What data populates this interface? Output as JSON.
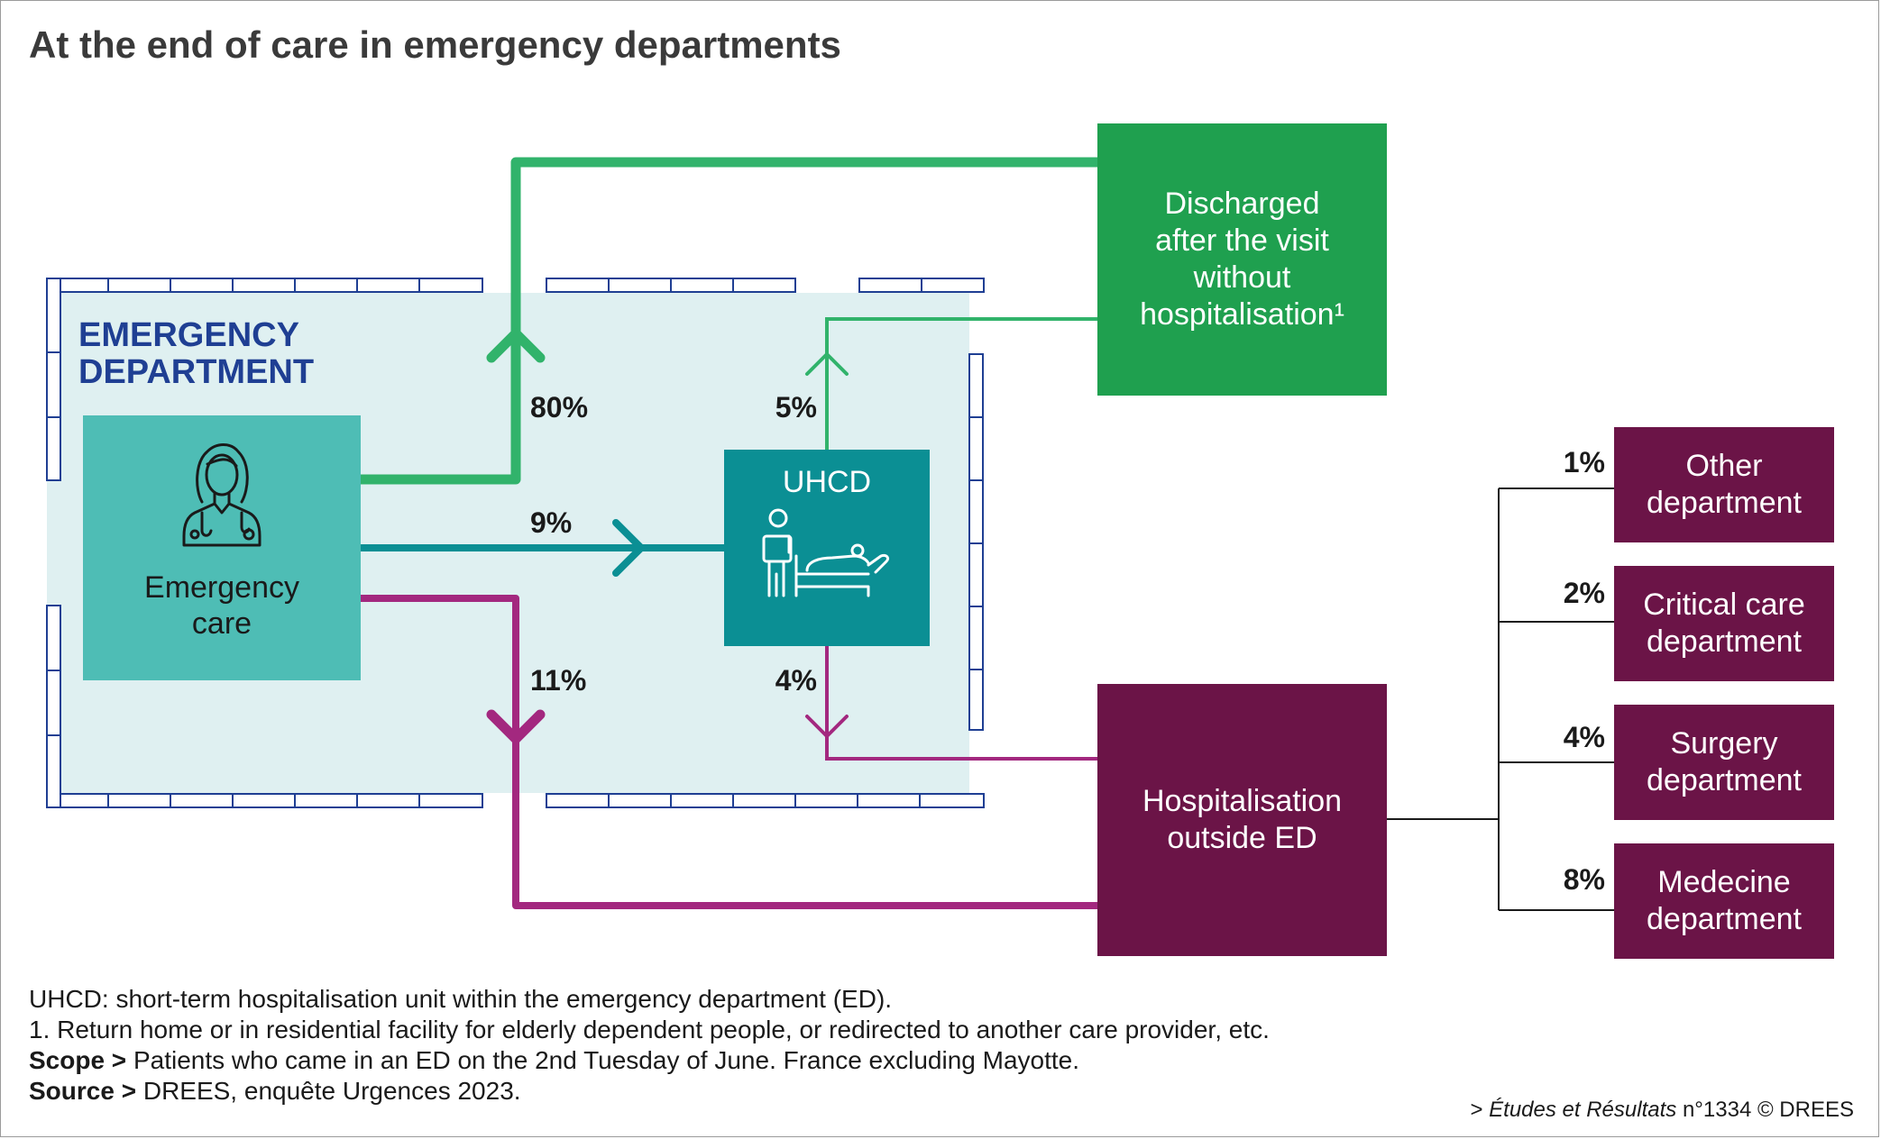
{
  "title": "At the end of care in emergency departments",
  "ed_label": [
    "EMERGENCY",
    "DEPARTMENT"
  ],
  "emergency_care": {
    "label": [
      "Emergency",
      "care"
    ],
    "icon": "doctor-icon"
  },
  "uhcd": {
    "label": "UHCD",
    "icon": "patient-bed-icon"
  },
  "discharged": {
    "label": [
      "Discharged",
      "after the visit",
      "without",
      "hospitalisation¹"
    ]
  },
  "hospitalisation": {
    "label": [
      "Hospitalisation",
      "outside ED"
    ]
  },
  "flows": {
    "to_discharged": "80%",
    "to_uhcd": "9%",
    "to_hospitalisation": "11%",
    "uhcd_to_discharged": "5%",
    "uhcd_to_hospitalisation": "4%"
  },
  "departments": [
    {
      "pct": "1%",
      "label": [
        "Other",
        "department"
      ]
    },
    {
      "pct": "2%",
      "label": [
        "Critical care",
        "department"
      ]
    },
    {
      "pct": "4%",
      "label": [
        "Surgery",
        "department"
      ]
    },
    {
      "pct": "8%",
      "label": [
        "Medecine",
        "department"
      ]
    }
  ],
  "notes": {
    "uhcd_def": "UHCD: short-term hospitalisation unit within the emergency department (ED).",
    "note1": "1. Return home or in residential facility for elderly dependent people, or redirected to another care provider, etc.",
    "scope_key": "Scope >",
    "scope_text": " Patients who came in an ED on the 2nd Tuesday of June. France excluding Mayotte.",
    "source_key": "Source >",
    "source_text": " DREES, enquête Urgences 2023."
  },
  "credit": {
    "prefix": "> ",
    "publication": "Études et Résultats",
    "suffix": " n°1334 © DREES"
  },
  "colors": {
    "green": "#1fa04f",
    "green_line": "#31b36b",
    "teal": "#4ebdb5",
    "teal_dark": "#0b8f94",
    "purple": "#6b1447",
    "magenta_line": "#a3287f",
    "ed_bg": "#dff0f1",
    "navy": "#1f3f93"
  }
}
